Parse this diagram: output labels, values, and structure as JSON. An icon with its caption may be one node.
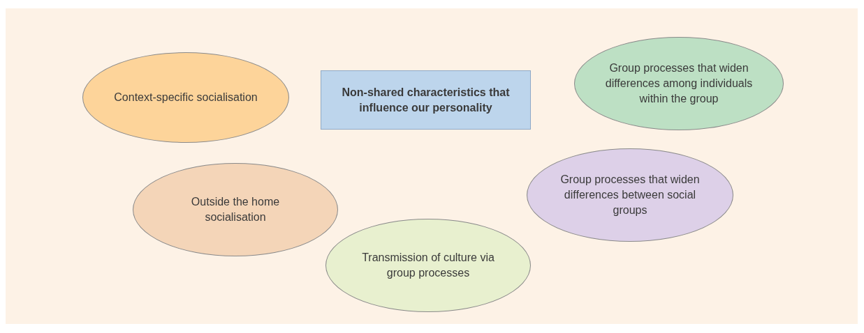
{
  "diagram": {
    "nodes": [
      {
        "text": [
          "Context-specific socialisation"
        ]
      },
      {
        "text": [
          "Non-shared characteristics that influence our personality"
        ]
      },
      {
        "text": [
          "Group processes that widen differences among individuals within the group"
        ]
      },
      {
        "text": [
          "Outside the home socialisation"
        ]
      },
      {
        "text": [
          "Group processes that widen differences between social groups"
        ]
      },
      {
        "text": [
          "Transmission of culture via group processes"
        ]
      }
    ],
    "edges": []
  }
}
